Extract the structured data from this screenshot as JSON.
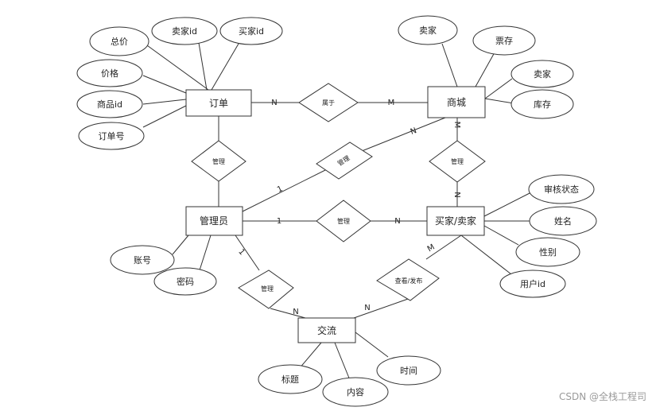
{
  "entities": {
    "order": "订单",
    "mall": "商城",
    "admin": "管理员",
    "user": "买家/卖家",
    "comm": "交流"
  },
  "relations": {
    "belongs": "属于",
    "manage_order": "管理",
    "manage_mall_admin": "管理",
    "manage_mall_user": "管理",
    "manage_user": "管理",
    "manage_comm": "管理",
    "view_publish": "查看/发布"
  },
  "attributes": {
    "total": "总价",
    "seller_id": "卖家id",
    "buyer_id": "买家id",
    "price": "价格",
    "product_id": "商品id",
    "order_no": "订单号",
    "mall_seller": "卖家",
    "ticket": "票存",
    "mall_seller2": "卖家",
    "stock": "库存",
    "review_status": "审核状态",
    "name": "姓名",
    "gender": "性别",
    "user_id": "用户id",
    "account": "账号",
    "password": "密码",
    "title": "标题",
    "content": "内容",
    "time": "时间"
  },
  "cardinality": {
    "order_belongs": "N",
    "belongs_mall": "M",
    "mall_top": "M",
    "mall_bottom": "N",
    "admin_mallrel": "1",
    "mallrel_mall": "N",
    "admin_userrel": "1",
    "userrel_user": "N",
    "admin_comm": "1",
    "comm_left": "N",
    "comm_right": "N",
    "user_view": "M"
  },
  "watermark": "CSDN @全栈工程司"
}
